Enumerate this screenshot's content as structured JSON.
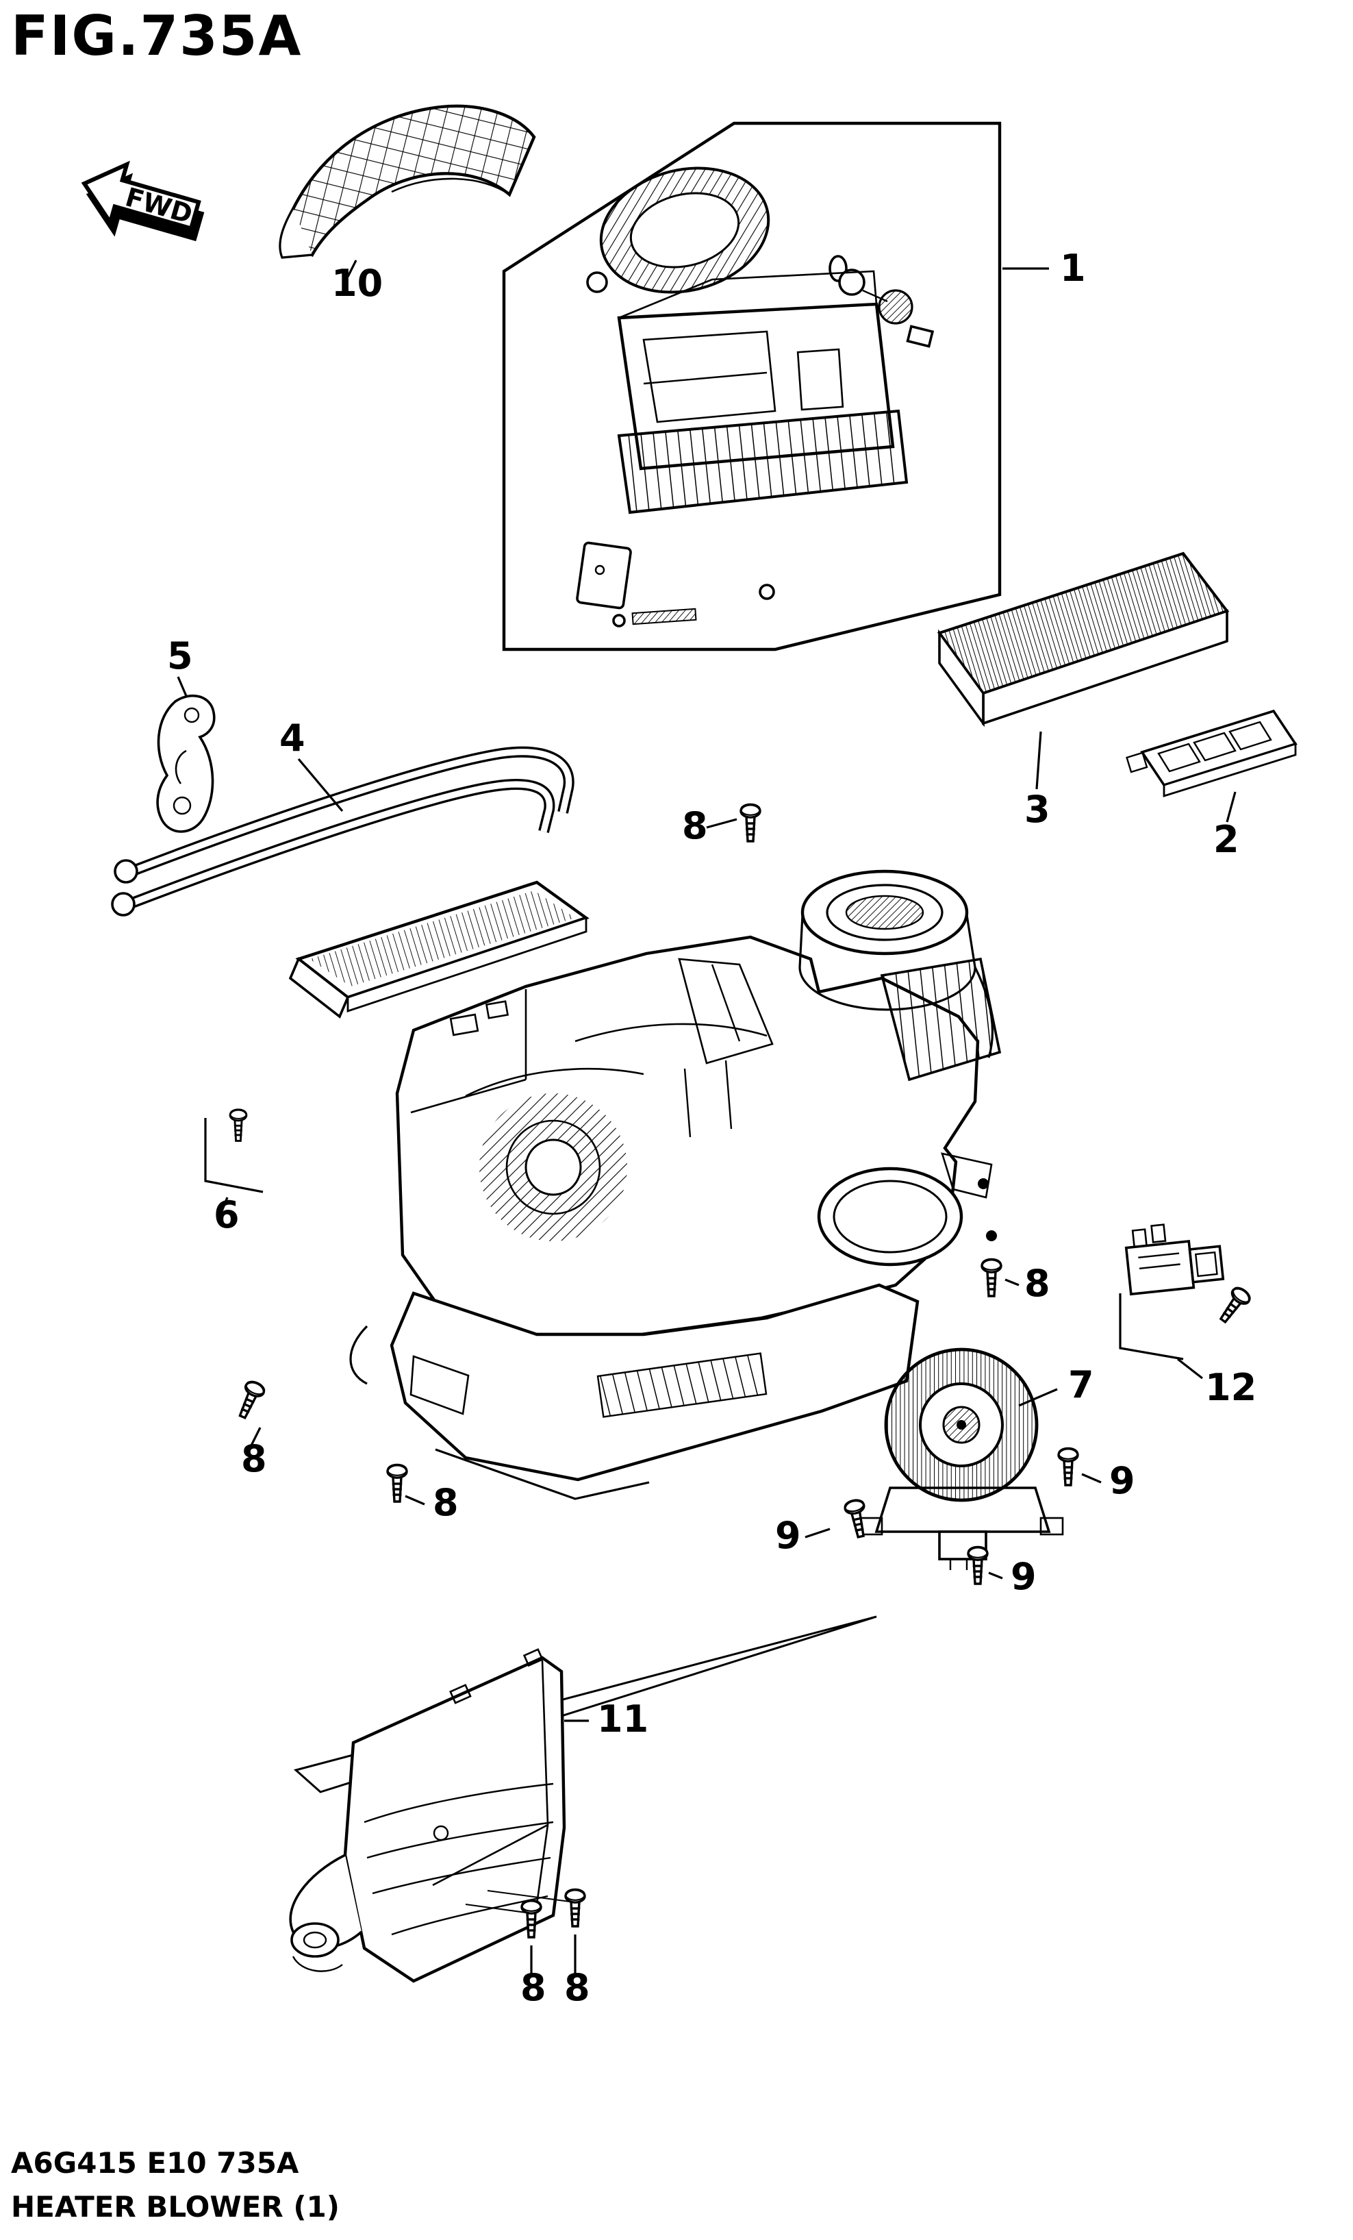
{
  "page": {
    "title": "FIG.735A",
    "footer_code": "A6G415 E10 735A",
    "footer_name": "HEATER BLOWER (1)"
  },
  "fwd_label": "FWD",
  "callouts": {
    "1": "1",
    "2": "2",
    "3": "3",
    "4": "4",
    "5": "5",
    "6": "6",
    "7": "7",
    "8": "8",
    "9": "9",
    "10": "10",
    "11": "11",
    "12": "12"
  },
  "colors": {
    "line": "#000000",
    "background": "#ffffff"
  }
}
